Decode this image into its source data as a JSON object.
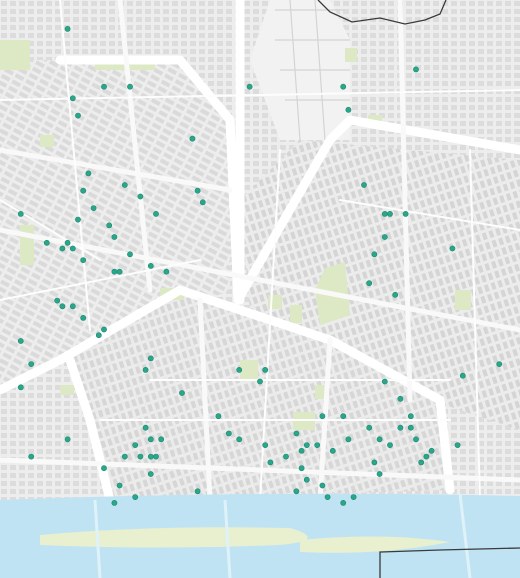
{
  "map": {
    "colors": {
      "land": "#eeeeee",
      "block": "#dedede",
      "block_dense": "#d6d6d6",
      "street": "#fbfbfb",
      "major_road": "#ffffff",
      "park": "#dde8c4",
      "water": "#bfe3f3",
      "sand": "#e8f0cf",
      "boundary": "#3a3a3a",
      "marker": "#2aa68a",
      "marker_stroke": "#1d8a72"
    },
    "markers": [
      [
        0.13,
        0.05
      ],
      [
        0.2,
        0.15
      ],
      [
        0.25,
        0.15
      ],
      [
        0.14,
        0.17
      ],
      [
        0.15,
        0.2
      ],
      [
        0.48,
        0.15
      ],
      [
        0.66,
        0.15
      ],
      [
        0.67,
        0.19
      ],
      [
        0.8,
        0.12
      ],
      [
        0.37,
        0.24
      ],
      [
        0.04,
        0.37
      ],
      [
        0.17,
        0.3
      ],
      [
        0.16,
        0.33
      ],
      [
        0.15,
        0.38
      ],
      [
        0.18,
        0.36
      ],
      [
        0.21,
        0.39
      ],
      [
        0.24,
        0.32
      ],
      [
        0.22,
        0.41
      ],
      [
        0.13,
        0.42
      ],
      [
        0.12,
        0.43
      ],
      [
        0.14,
        0.43
      ],
      [
        0.09,
        0.42
      ],
      [
        0.16,
        0.45
      ],
      [
        0.27,
        0.34
      ],
      [
        0.3,
        0.37
      ],
      [
        0.38,
        0.33
      ],
      [
        0.39,
        0.35
      ],
      [
        0.22,
        0.47
      ],
      [
        0.25,
        0.44
      ],
      [
        0.23,
        0.47
      ],
      [
        0.29,
        0.46
      ],
      [
        0.32,
        0.47
      ],
      [
        0.11,
        0.52
      ],
      [
        0.12,
        0.53
      ],
      [
        0.14,
        0.53
      ],
      [
        0.16,
        0.55
      ],
      [
        0.2,
        0.57
      ],
      [
        0.19,
        0.58
      ],
      [
        0.04,
        0.59
      ],
      [
        0.06,
        0.63
      ],
      [
        0.04,
        0.67
      ],
      [
        0.7,
        0.32
      ],
      [
        0.74,
        0.37
      ],
      [
        0.75,
        0.37
      ],
      [
        0.78,
        0.37
      ],
      [
        0.74,
        0.41
      ],
      [
        0.72,
        0.44
      ],
      [
        0.76,
        0.51
      ],
      [
        0.71,
        0.49
      ],
      [
        0.87,
        0.43
      ],
      [
        0.29,
        0.62
      ],
      [
        0.28,
        0.64
      ],
      [
        0.35,
        0.68
      ],
      [
        0.46,
        0.64
      ],
      [
        0.51,
        0.64
      ],
      [
        0.5,
        0.66
      ],
      [
        0.42,
        0.72
      ],
      [
        0.62,
        0.72
      ],
      [
        0.74,
        0.66
      ],
      [
        0.77,
        0.69
      ],
      [
        0.89,
        0.65
      ],
      [
        0.96,
        0.63
      ],
      [
        0.13,
        0.76
      ],
      [
        0.06,
        0.79
      ],
      [
        0.28,
        0.74
      ],
      [
        0.29,
        0.76
      ],
      [
        0.31,
        0.76
      ],
      [
        0.26,
        0.77
      ],
      [
        0.27,
        0.79
      ],
      [
        0.24,
        0.79
      ],
      [
        0.3,
        0.79
      ],
      [
        0.2,
        0.81
      ],
      [
        0.29,
        0.82
      ],
      [
        0.23,
        0.84
      ],
      [
        0.22,
        0.87
      ],
      [
        0.26,
        0.86
      ],
      [
        0.38,
        0.85
      ],
      [
        0.44,
        0.75
      ],
      [
        0.46,
        0.76
      ],
      [
        0.51,
        0.77
      ],
      [
        0.55,
        0.79
      ],
      [
        0.59,
        0.77
      ],
      [
        0.61,
        0.77
      ],
      [
        0.64,
        0.78
      ],
      [
        0.58,
        0.81
      ],
      [
        0.67,
        0.76
      ],
      [
        0.71,
        0.74
      ],
      [
        0.73,
        0.76
      ],
      [
        0.75,
        0.77
      ],
      [
        0.77,
        0.74
      ],
      [
        0.79,
        0.72
      ],
      [
        0.8,
        0.76
      ],
      [
        0.82,
        0.79
      ],
      [
        0.81,
        0.8
      ],
      [
        0.83,
        0.78
      ],
      [
        0.73,
        0.82
      ],
      [
        0.72,
        0.8
      ],
      [
        0.79,
        0.74
      ],
      [
        0.88,
        0.77
      ],
      [
        0.59,
        0.83
      ],
      [
        0.62,
        0.84
      ],
      [
        0.63,
        0.86
      ],
      [
        0.66,
        0.87
      ],
      [
        0.68,
        0.86
      ],
      [
        0.57,
        0.85
      ],
      [
        0.52,
        0.8
      ],
      [
        0.58,
        0.78
      ],
      [
        0.57,
        0.75
      ],
      [
        0.29,
        0.79
      ],
      [
        0.66,
        0.72
      ]
    ]
  }
}
